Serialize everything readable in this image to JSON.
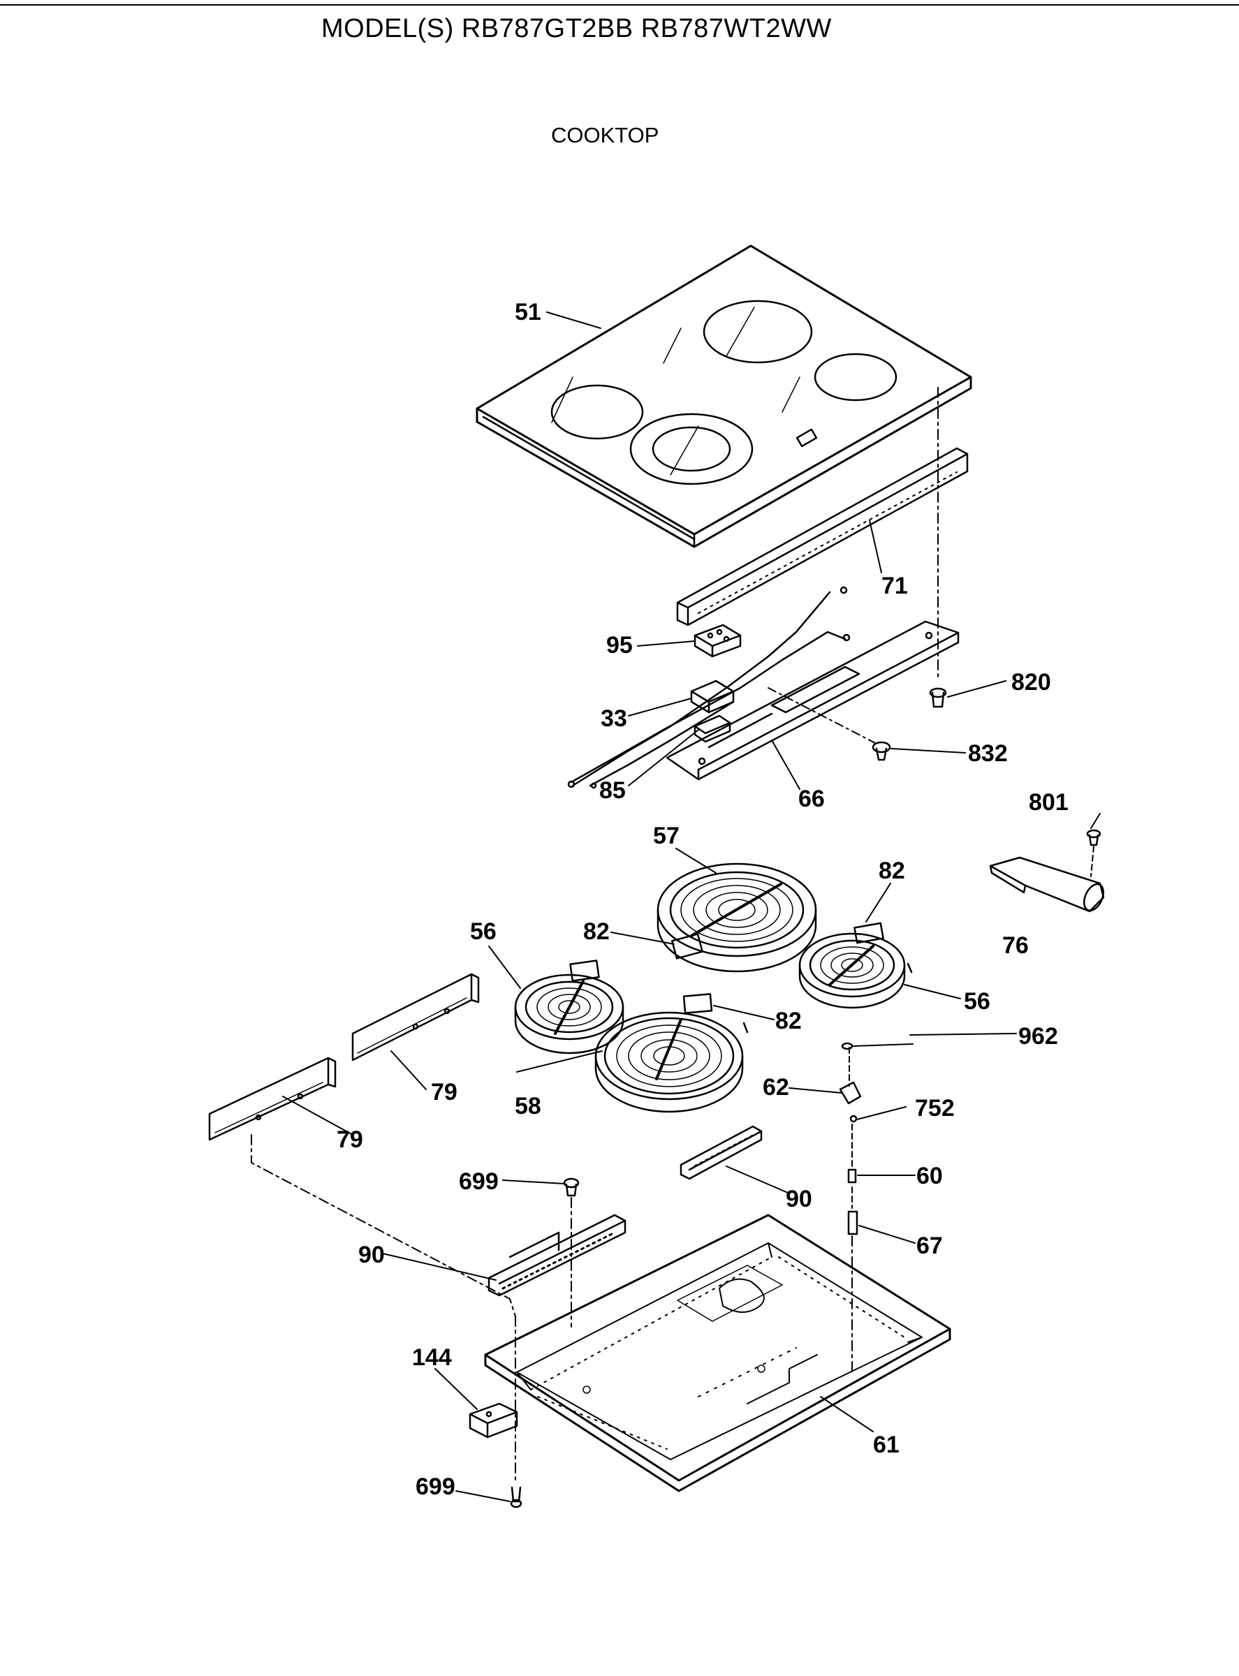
{
  "header": {
    "title": "MODEL(S) RB787GT2BB  RB787WT2WW",
    "section": "COOKTOP"
  },
  "callouts": [
    "51",
    "71",
    "95",
    "33",
    "85",
    "66",
    "820",
    "832",
    "801",
    "57",
    "82",
    "82",
    "82",
    "56",
    "56",
    "76",
    "962",
    "752",
    "62",
    "79",
    "79",
    "58",
    "699",
    "90",
    "90",
    "60",
    "67",
    "144",
    "699",
    "61"
  ]
}
